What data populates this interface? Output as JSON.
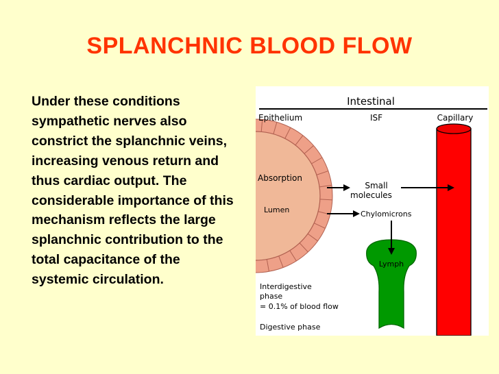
{
  "slide": {
    "title": "SPLANCHNIC BLOOD FLOW",
    "body": "Under these conditions sympathetic nerves also constrict the splanchnic veins, increasing venous return and thus cardiac output. The considerable importance of this mechanism reflects the large splanchnic contribution to the total capacitance of the systemic circulation."
  },
  "figure": {
    "title": "Intestinal",
    "headers": {
      "epithelium": "Epithelium",
      "isf": "ISF",
      "capillary": "Capillary"
    },
    "labels": {
      "absorption": "Absorption",
      "lumen": "Lumen",
      "small_line1": "Small",
      "small_line2": "molecules",
      "chylomicrons": "Chylomicrons",
      "lymph": "Lymph",
      "interdigestive_line1": "Interdigestive",
      "interdigestive_line2": "phase",
      "interdigestive_line3": "= 0.1% of blood flow",
      "digestive": "Digestive phase"
    },
    "colors": {
      "background": "#ffffff",
      "capillary": "#ff0000",
      "lymph": "#009900",
      "epithelium": "#eea088",
      "lumen": "#f0b898"
    }
  }
}
